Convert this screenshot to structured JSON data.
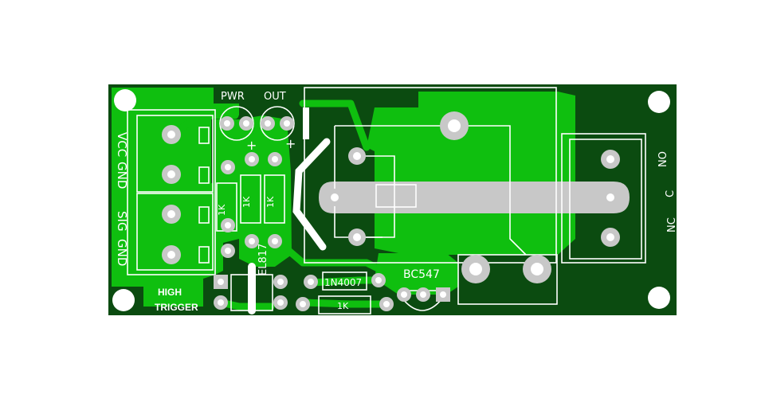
{
  "colors": {
    "board": "#0b4b10",
    "copper": "#0fbf0f",
    "pad": "#c8c8c8",
    "silkscreen": "#ffffff",
    "hole": "#ffffff"
  },
  "connector_labels": {
    "vcc": "VCC",
    "gnd_top": "GND",
    "sig": "SIG",
    "gnd_bottom": "GND"
  },
  "leds": {
    "pwr": "PWR",
    "out": "OUT",
    "plus": "+"
  },
  "resistors": {
    "r1": "1K",
    "r2": "1K",
    "r3": "1K",
    "r4": "1K"
  },
  "optocoupler": "EL817",
  "diode": "1N4007",
  "transistor": "BC547",
  "trigger_label": {
    "line1": "HIGH",
    "line2": "TRIGGER"
  },
  "relay_terminals": {
    "no": "NO",
    "c": "C",
    "nc": "NC"
  }
}
